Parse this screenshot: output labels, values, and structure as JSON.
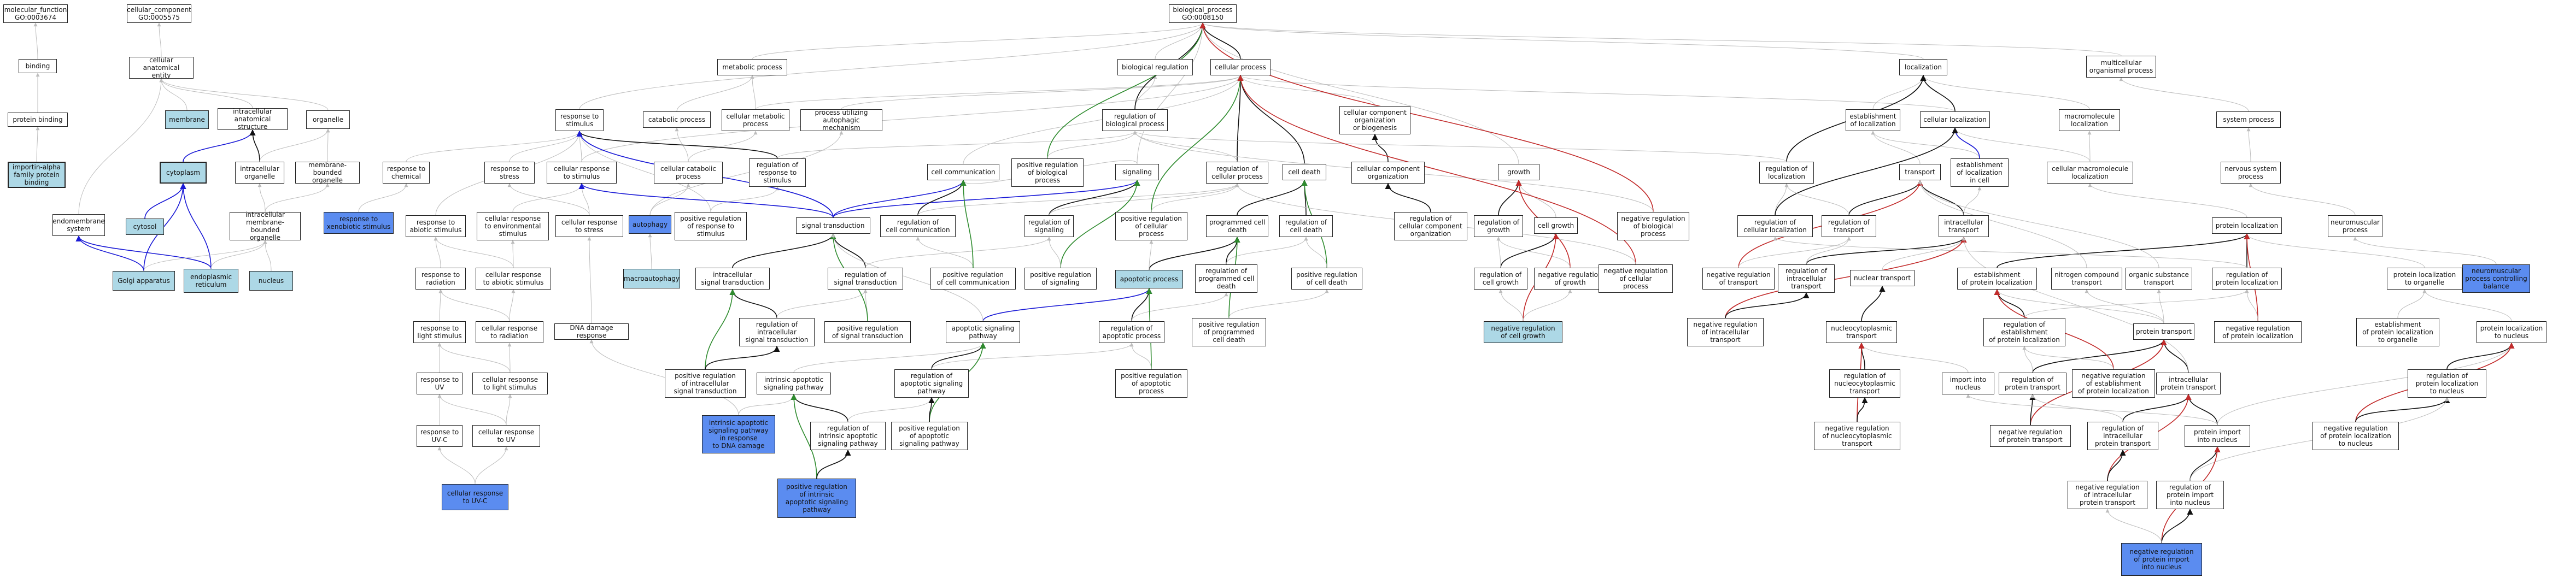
{
  "colors": {
    "edge_default": "#bdbdbd",
    "edge_is_a": "#111111",
    "edge_part_of": "#1a1ad6",
    "edge_positive": "#2e8b2e",
    "edge_negative": "#c22b2b",
    "node_light": "#add8e6",
    "node_blue": "#5b8cf0"
  },
  "nodes": {
    "molecular_function": "molecular_function\nGO:0003674",
    "cellular_component": "cellular_component\nGO:0005575",
    "binding": "binding",
    "protein_binding": "protein binding",
    "importin_alpha": "importin-alpha\nfamily protein\nbinding",
    "cellular_anatomical_entity": "cellular anatomical\nentity",
    "membrane": "membrane",
    "intracellular_anatomical_structure": "intracellular\nanatomical structure",
    "organelle": "organelle",
    "cytoplasm": "cytoplasm",
    "intracellular_organelle": "intracellular\norganelle",
    "membrane_bounded_organelle": "membrane-bounded\norganelle",
    "endomembrane_system": "endomembrane\nsystem",
    "intracellular_membrane_bounded_organelle": "intracellular\nmembrane-bounded\norganelle",
    "response_to_xenobiotic": "response to\nxenobiotic stimulus",
    "cytosol": "cytosol",
    "golgi_apparatus": "Golgi apparatus",
    "endoplasmic_reticulum": "endoplasmic\nreticulum",
    "nucleus": "nucleus",
    "biological_process": "biological_process\nGO:0008150",
    "metabolic_process": "metabolic process",
    "biological_regulation": "biological regulation",
    "cellular_process": "cellular process",
    "localization": "localization",
    "multicellular_organismal_process": "multicellular\norganismal process",
    "response_to_stimulus": "response to\nstimulus",
    "catabolic_process": "catabolic process",
    "cellular_metabolic_process": "cellular metabolic\nprocess",
    "process_utilizing_autophagic": "process utilizing\nautophagic mechanism",
    "regulation_of_biological_process": "regulation of\nbiological process",
    "cellular_component_organization_or_biogenesis": "cellular component\norganization\nor biogenesis",
    "establishment_of_localization": "establishment\nof localization",
    "cellular_localization": "cellular localization",
    "macromolecule_localization": "macromolecule\nlocalization",
    "system_process": "system process",
    "response_to_chemical": "response to\nchemical",
    "response_to_stress": "response to\nstress",
    "cellular_response_to_stimulus": "cellular response\nto stimulus",
    "cellular_catabolic_process": "cellular catabolic\nprocess",
    "regulation_of_response_to_stimulus": "regulation of\nresponse to\nstimulus",
    "cell_communication": "cell communication",
    "positive_regulation_of_biological_process": "positive regulation\nof biological\nprocess",
    "signaling": "signaling",
    "regulation_of_cellular_process": "regulation of\ncellular process",
    "cell_death": "cell death",
    "cellular_component_organization": "cellular component\norganization",
    "growth": "growth",
    "regulation_of_localization": "regulation of\nlocalization",
    "transport": "transport",
    "establishment_of_localization_in_cell": "establishment\nof localization\nin cell",
    "cellular_macromolecule_localization": "cellular macromolecule\nlocalization",
    "nervous_system_process": "nervous system\nprocess",
    "response_to_abiotic_stimulus": "response to\nabiotic stimulus",
    "cellular_response_to_environmental_stimulus": "cellular response\nto environmental\nstimulus",
    "cellular_response_to_stress": "cellular response\nto stress",
    "autophagy": "autophagy",
    "positive_regulation_of_response_to_stimulus": "positive regulation\nof response to\nstimulus",
    "signal_transduction": "signal transduction",
    "regulation_of_cell_communication": "regulation of\ncell communication",
    "regulation_of_signaling": "regulation of\nsignaling",
    "positive_regulation_of_cellular_process": "positive regulation\nof cellular\nprocess",
    "programmed_cell_death": "programmed cell\ndeath",
    "regulation_of_cell_death": "regulation of\ncell death",
    "regulation_of_cellular_component_organization": "regulation of\ncellular component\norganization",
    "regulation_of_growth": "regulation of\ngrowth",
    "cell_growth": "cell growth",
    "negative_regulation_of_biological_process": "negative regulation\nof biological\nprocess",
    "regulation_of_cellular_localization": "regulation of\ncellular localization",
    "regulation_of_transport": "regulation of\ntransport",
    "intracellular_transport": "intracellular\ntransport",
    "protein_localization": "protein localization",
    "neuromuscular_process": "neuromuscular\nprocess",
    "response_to_radiation": "response to\nradiation",
    "cellular_response_to_abiotic_stimulus": "cellular response\nto abiotic stimulus",
    "macroautophagy": "macroautophagy",
    "intracellular_signal_transduction": "intracellular\nsignal transduction",
    "regulation_of_signal_transduction": "regulation of\nsignal transduction",
    "positive_regulation_of_cell_communication": "positive regulation\nof cell communication",
    "positive_regulation_of_signaling": "positive regulation\nof signaling",
    "apoptotic_process": "apoptotic process",
    "regulation_of_programmed_cell_death": "regulation of\nprogrammed cell\ndeath",
    "positive_regulation_of_cell_death": "positive regulation\nof cell death",
    "regulation_of_cell_growth": "regulation of\ncell growth",
    "negative_regulation_of_growth": "negative regulation\nof growth",
    "negative_regulation_of_cellular_process": "negative regulation\nof cellular\nprocess",
    "negative_regulation_of_transport": "negative regulation\nof transport",
    "regulation_of_intracellular_transport": "regulation of\nintracellular\ntransport",
    "nuclear_transport": "nuclear transport",
    "establishment_of_protein_localization": "establishment\nof protein localization",
    "nitrogen_compound_transport": "nitrogen compound\ntransport",
    "organic_substance_transport": "organic substance\ntransport",
    "regulation_of_protein_localization": "regulation of\nprotein localization",
    "protein_localization_to_organelle": "protein localization\nto organelle",
    "neuromuscular_process_controlling_balance": "neuromuscular\nprocess controlling\nbalance",
    "response_to_light_stimulus": "response to\nlight stimulus",
    "cellular_response_to_radiation": "cellular response\nto radiation",
    "dna_damage_response": "DNA damage response",
    "regulation_of_intracellular_signal_transduction": "regulation of\nintracellular\nsignal transduction",
    "positive_regulation_of_signal_transduction": "positive regulation\nof signal transduction",
    "apoptotic_signaling_pathway": "apoptotic signaling\npathway",
    "regulation_of_apoptotic_process": "regulation of\napoptotic process",
    "positive_regulation_of_programmed_cell_death": "positive regulation\nof programmed\ncell death",
    "negative_regulation_of_cell_growth": "negative regulation\nof cell growth",
    "negative_regulation_of_intracellular_transport": "negative regulation\nof intracellular\ntransport",
    "nucleocytoplasmic_transport": "nucleocytoplasmic\ntransport",
    "regulation_of_establishment_of_protein_localization": "regulation of\nestablishment\nof protein localization",
    "protein_transport": "protein transport",
    "negative_regulation_of_protein_localization": "negative regulation\nof protein localization",
    "establishment_of_protein_localization_to_organelle": "establishment\nof protein localization\nto organelle",
    "protein_localization_to_nucleus": "protein localization\nto nucleus",
    "response_to_uv": "response to\nUV",
    "cellular_response_to_light_stimulus": "cellular response\nto light stimulus",
    "positive_regulation_of_intracellular_signal_transduction": "positive regulation\nof intracellular\nsignal transduction",
    "intrinsic_apoptotic_signaling_pathway": "intrinsic apoptotic\nsignaling pathway",
    "regulation_of_apoptotic_signaling_pathway": "regulation of\napoptotic signaling\npathway",
    "positive_regulation_of_apoptotic_process": "positive regulation\nof apoptotic\nprocess",
    "regulation_of_nucleocytoplasmic_transport": "regulation of\nnucleocytoplasmic\ntransport",
    "import_into_nucleus": "import into\nnucleus",
    "regulation_of_protein_transport": "regulation of\nprotein transport",
    "negative_regulation_of_establishment_of_protein_localization": "negative regulation\nof establishment\nof protein localization",
    "intracellular_protein_transport": "intracellular\nprotein transport",
    "regulation_of_protein_localization_to_nucleus": "regulation of\nprotein localization\nto nucleus",
    "response_to_uv_c": "response to\nUV-C",
    "cellular_response_to_uv": "cellular response\nto UV",
    "intrinsic_apoptotic_dna_damage": "intrinsic apoptotic\nsignaling pathway\nin response\nto DNA damage",
    "regulation_of_intrinsic_apoptotic_signaling_pathway": "regulation of\nintrinsic apoptotic\nsignaling pathway",
    "positive_regulation_of_apoptotic_signaling_pathway": "positive regulation\nof apoptotic\nsignaling pathway",
    "negative_regulation_of_nucleocytoplasmic_transport": "negative regulation\nof nucleocytoplasmic\ntransport",
    "negative_regulation_of_protein_transport": "negative regulation\nof protein transport",
    "regulation_of_intracellular_protein_transport": "regulation of\nintracellular\nprotein transport",
    "protein_import_into_nucleus": "protein import\ninto nucleus",
    "negative_regulation_of_protein_localization_to_nucleus": "negative regulation\nof protein localization\nto nucleus",
    "cellular_response_to_uv_c": "cellular response\nto UV-C",
    "positive_regulation_of_intrinsic_apoptotic": "positive regulation\nof intrinsic\napoptotic signaling\npathway",
    "negative_regulation_of_intracellular_protein_transport": "negative regulation\nof intracellular\nprotein transport",
    "regulation_of_protein_import_into_nucleus": "regulation of\nprotein import\ninto nucleus",
    "negative_regulation_of_protein_import_into_nucleus": "negative regulation\nof protein import\ninto nucleus"
  }
}
